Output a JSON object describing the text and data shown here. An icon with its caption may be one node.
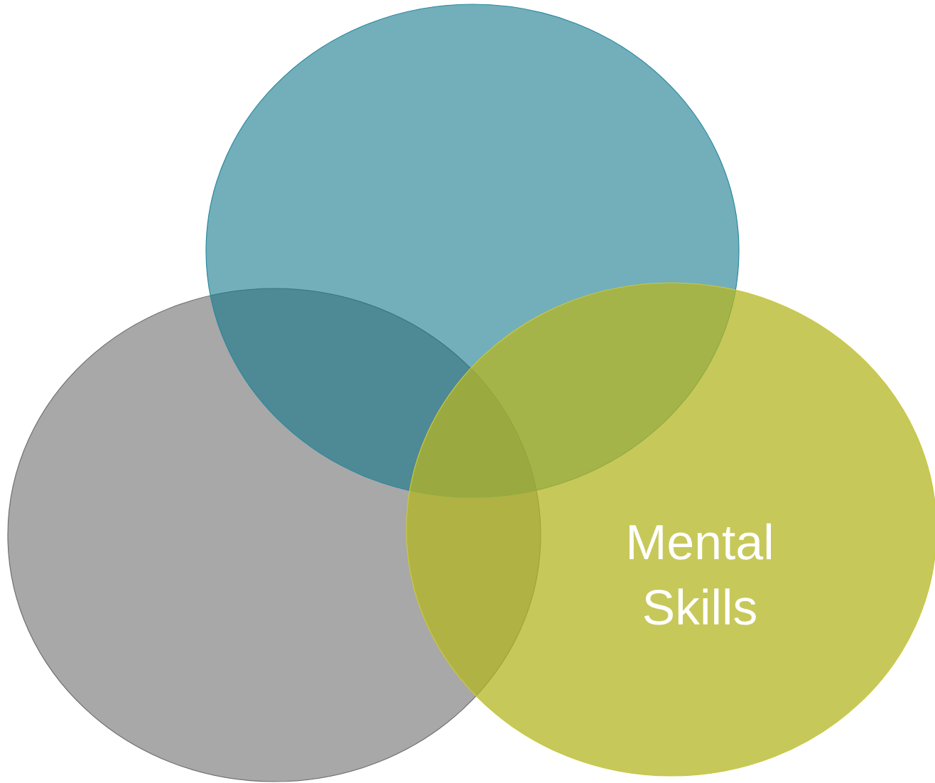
{
  "diagram": {
    "nodes": [
      {
        "text": [],
        "shape": "circle"
      },
      {
        "text": [],
        "shape": "circle"
      },
      {
        "text": [
          "Mental Skills"
        ]
      }
    ]
  }
}
